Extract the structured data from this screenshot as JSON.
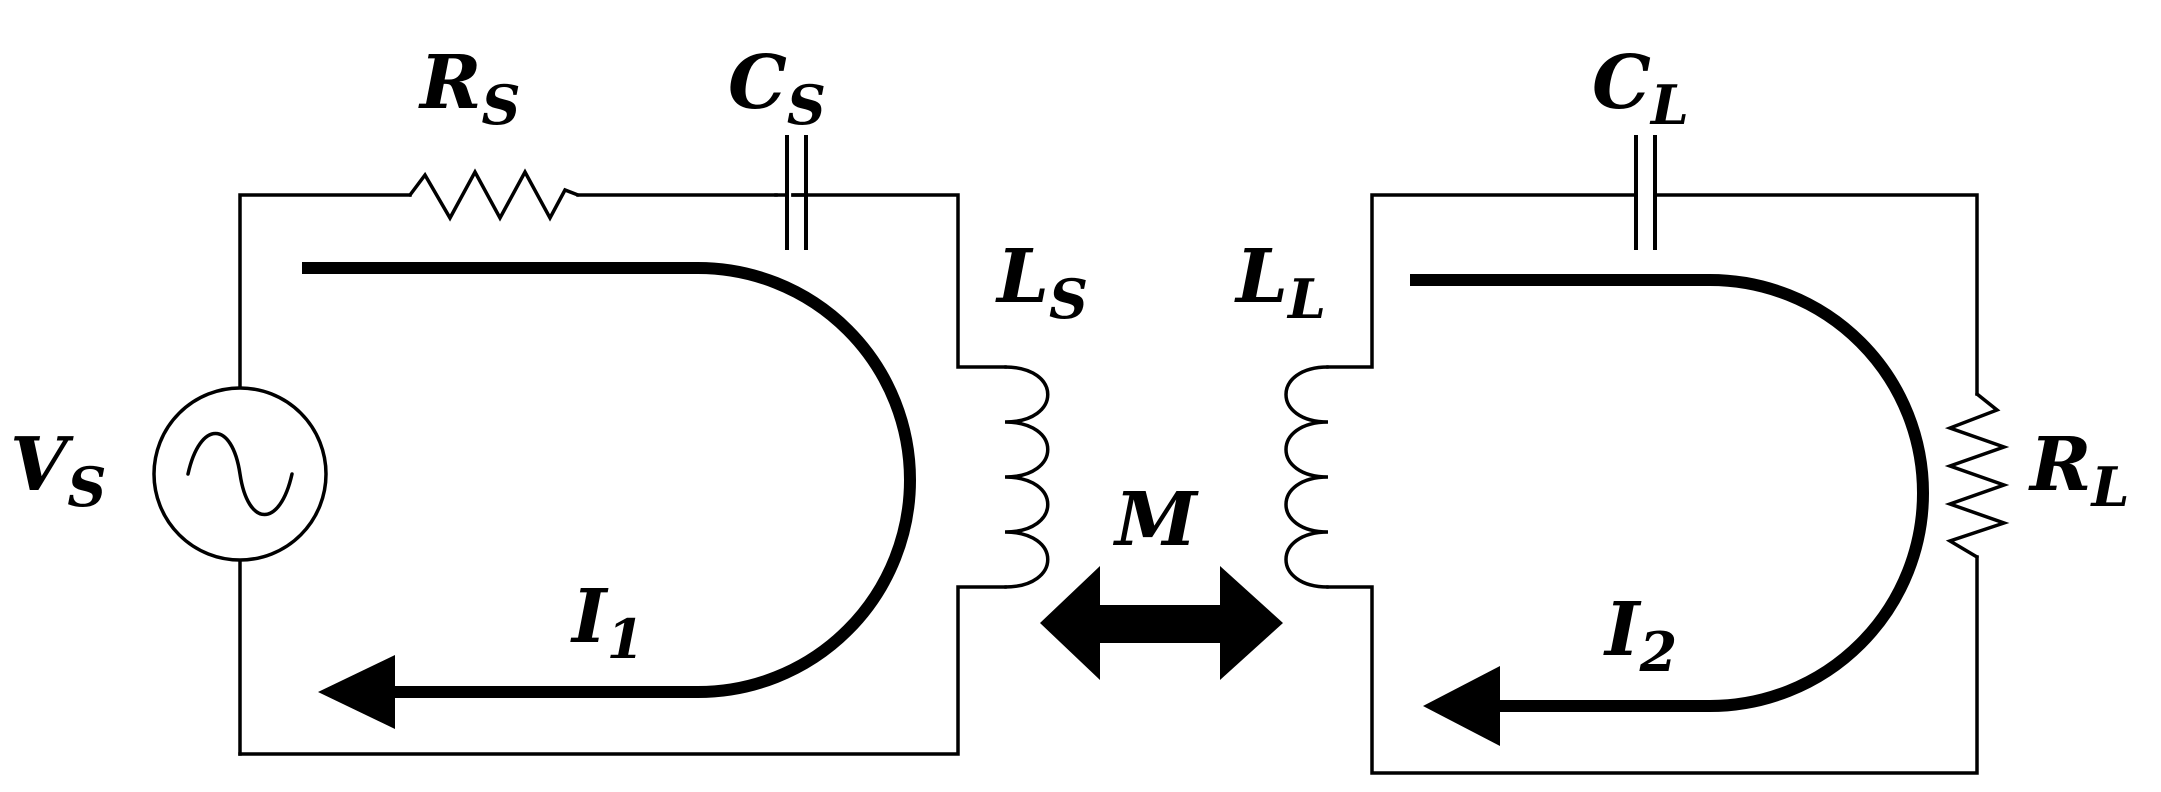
{
  "labels": {
    "source_resistor": {
      "main": "R",
      "sub": "S"
    },
    "source_capacitor": {
      "main": "C",
      "sub": "S"
    },
    "source_inductor": {
      "main": "L",
      "sub": "S"
    },
    "source_voltage": {
      "main": "V",
      "sub": "S"
    },
    "source_current": {
      "main": "I",
      "sub": "1"
    },
    "mutual_inductance": {
      "main": "M"
    },
    "load_capacitor": {
      "main": "C",
      "sub": "L"
    },
    "load_inductor": {
      "main": "L",
      "sub": "L"
    },
    "load_resistor": {
      "main": "R",
      "sub": "L"
    },
    "load_current": {
      "main": "I",
      "sub": "2"
    }
  },
  "colors": {
    "ink": "#000000",
    "background": "#ffffff"
  }
}
